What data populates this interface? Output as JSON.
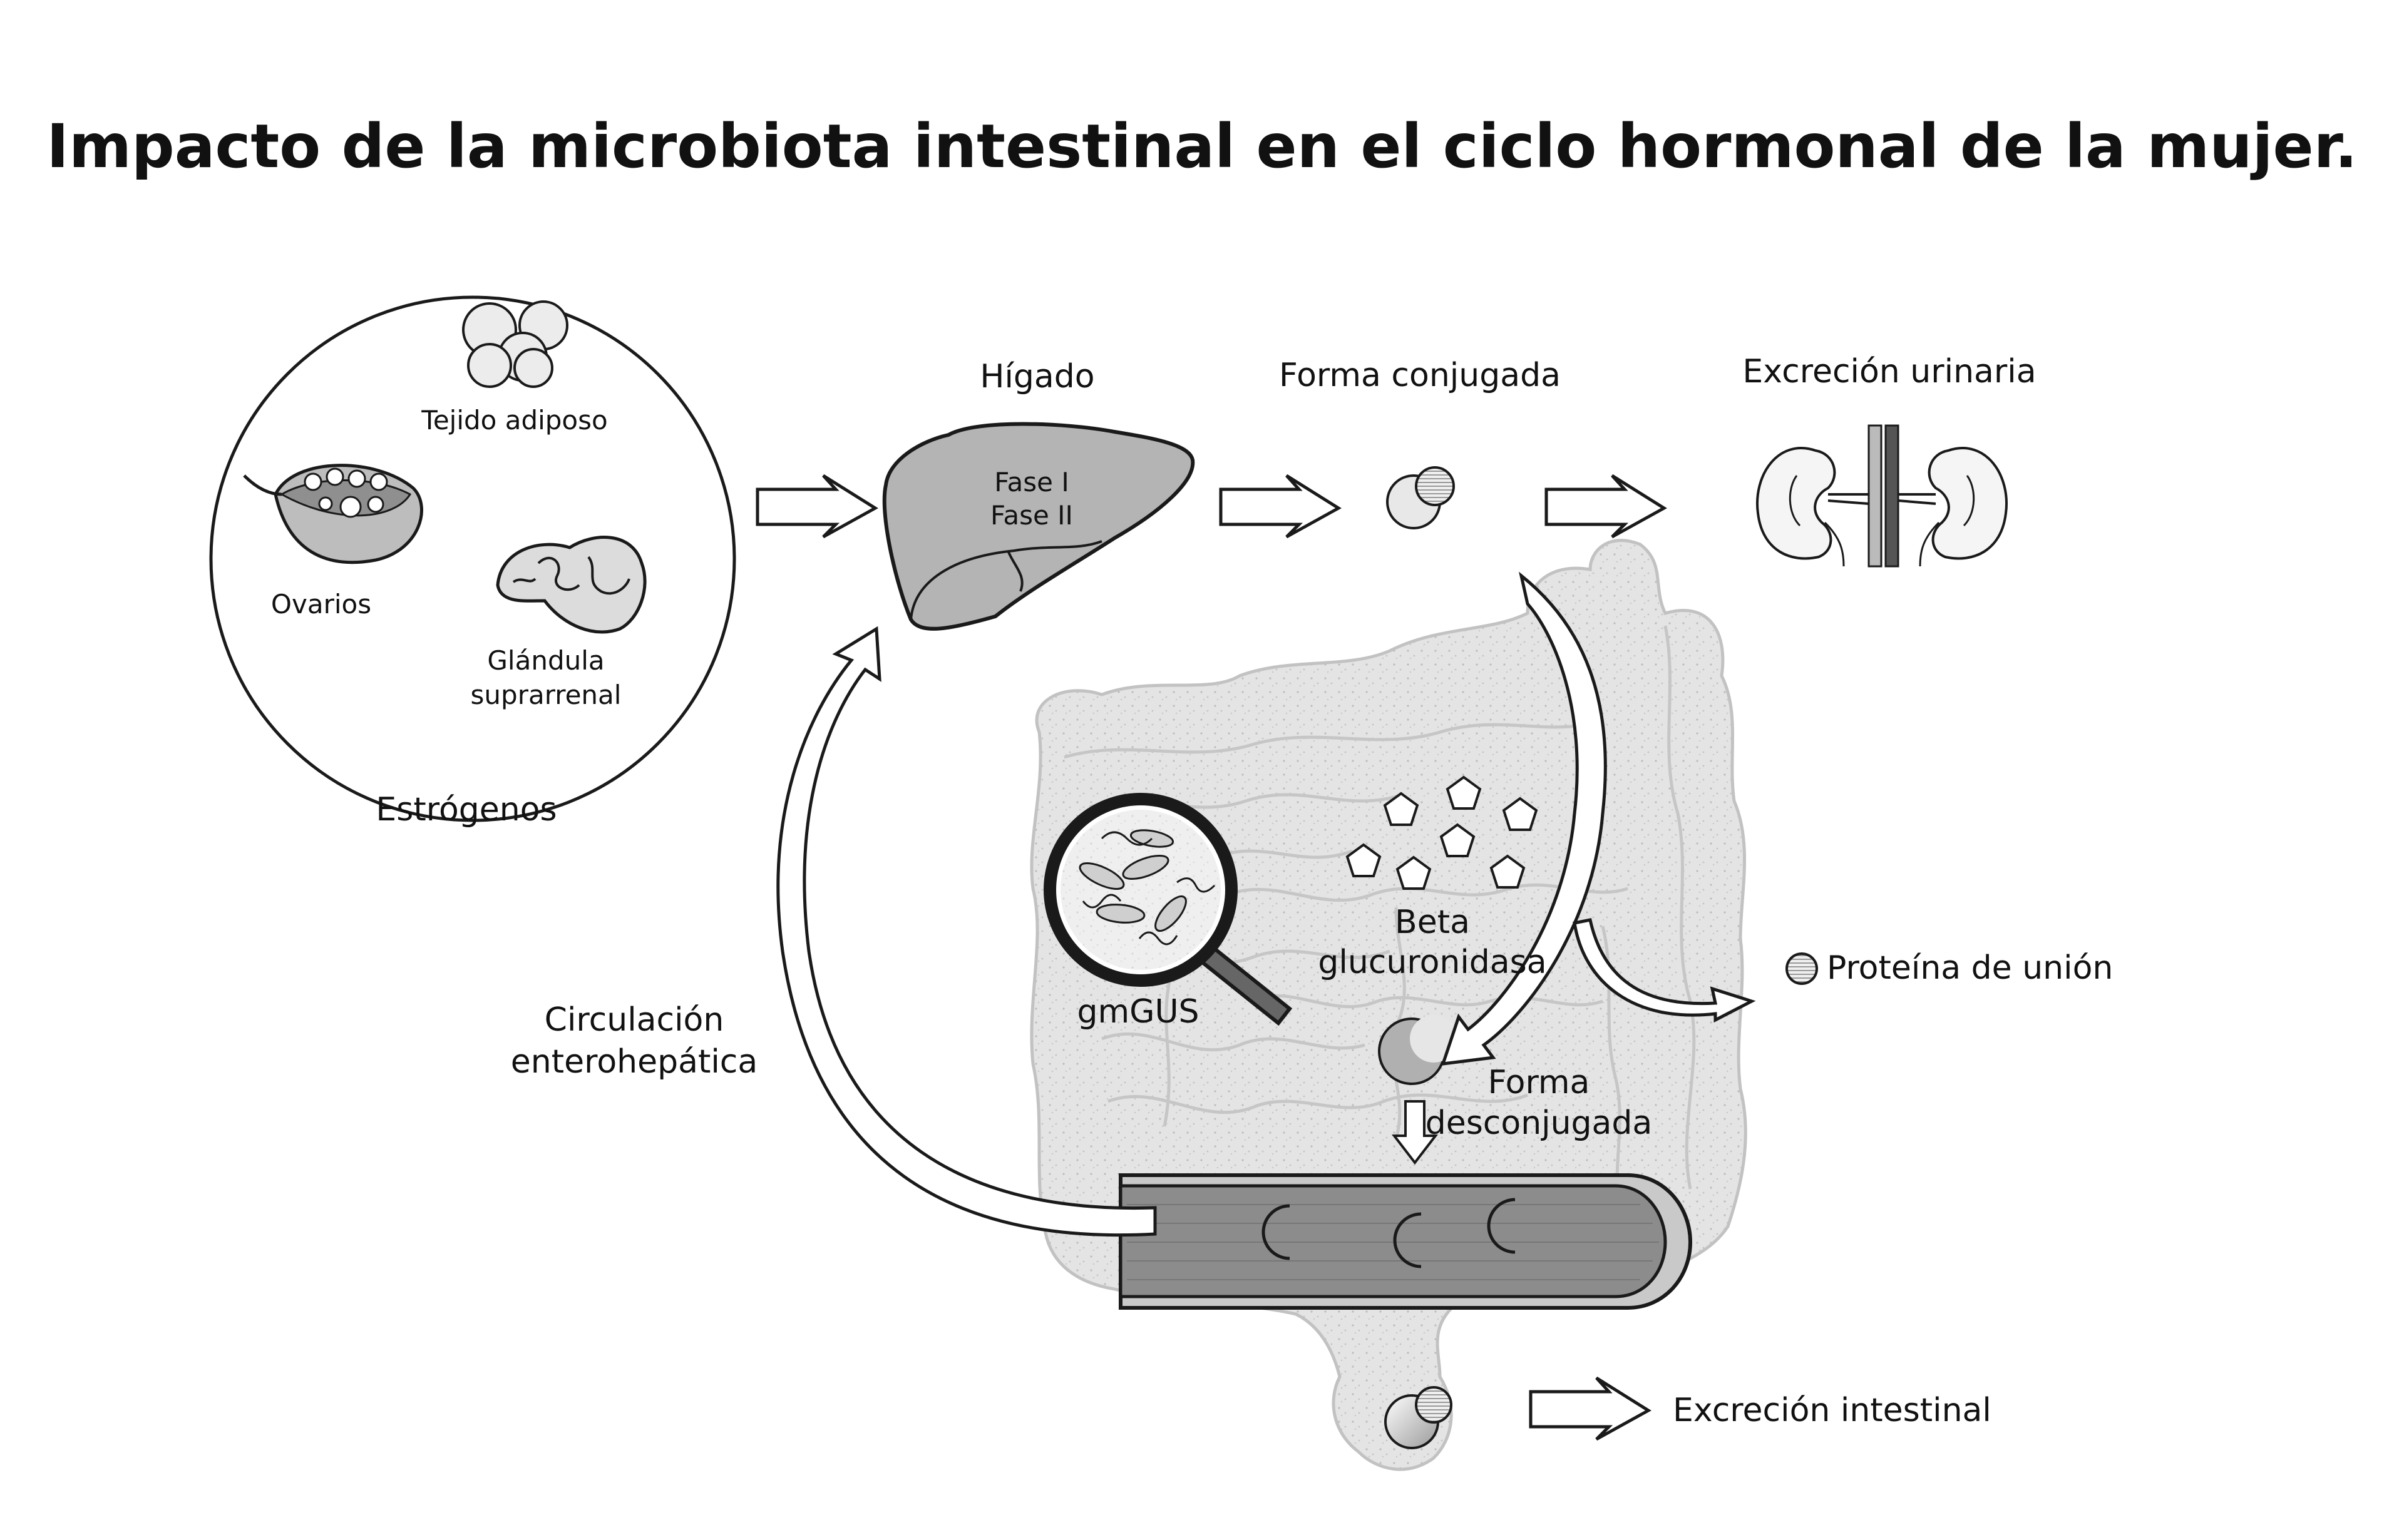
{
  "title": "Impacto de la microbiota intestinal en el ciclo hormonal de la mujer.",
  "sources": {
    "tejido_adiposo": "Tejido adiposo",
    "ovarios": "Ovarios",
    "glandula_line1": "Glándula",
    "glandula_line2": "suprarrenal",
    "group_label": "Estrógenos"
  },
  "liver": {
    "label": "Hígado",
    "phase1": "Fase I",
    "phase2": "Fase II"
  },
  "conjugated": {
    "label": "Forma conjugada"
  },
  "urinary": {
    "label": "Excreción urinaria"
  },
  "enzyme": {
    "line1": "Beta",
    "line2": "glucuronidasa"
  },
  "microbe": {
    "label": "gmGUS"
  },
  "binding_protein": {
    "label": "Proteína de unión"
  },
  "unconjugated": {
    "line1": "Forma",
    "line2": "desconjugada"
  },
  "circulation": {
    "line1": "Circulación",
    "line2": "enterohepática"
  },
  "intestinal_excretion": {
    "label": "Excreción intestinal"
  },
  "colors": {
    "ink": "#1a1a1a",
    "liver_fill": "#b4b4b4",
    "intestine_fill": "#e6e6e6",
    "vessel_fill": "#8c8c8c",
    "arrow_fill": "#ffffff"
  }
}
